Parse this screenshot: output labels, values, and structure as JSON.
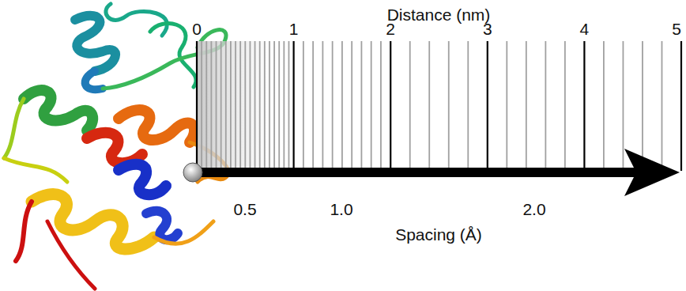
{
  "diagram": {
    "labels": [
      "Distance (nm)",
      "0",
      "1",
      "2",
      "3",
      "4",
      "5",
      "0.5",
      "1.0",
      "2.0",
      "Spacing (Å)"
    ]
  }
}
